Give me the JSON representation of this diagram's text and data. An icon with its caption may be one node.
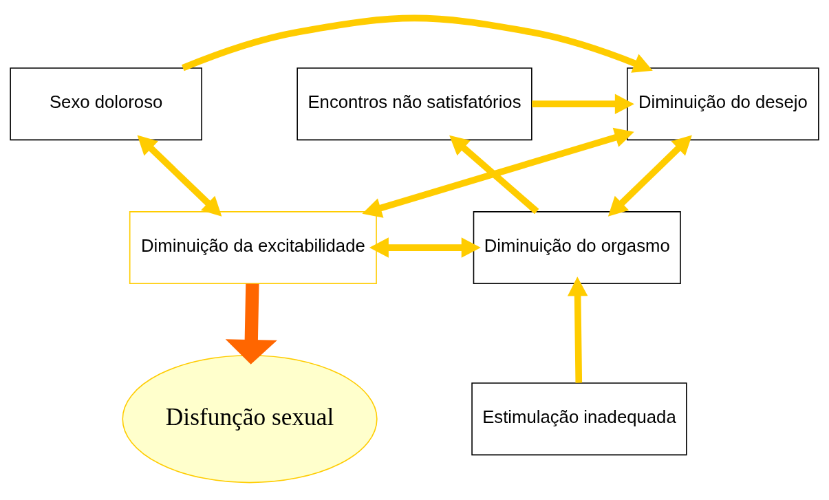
{
  "diagram": {
    "nodes": [
      {
        "text": [
          "Sexo doloroso"
        ]
      },
      {
        "text": [
          "Diminuição do desejo"
        ]
      },
      {
        "text": [
          "Encontros não satisfatórios"
        ]
      },
      {
        "text": [
          "Diminuição da excitabilidade"
        ]
      },
      {
        "text": [
          "Diminuição do orgasmo"
        ]
      },
      {
        "text": [
          "Estimulação inadequada"
        ]
      },
      {
        "text": [
          "Disfunção sexual"
        ]
      }
    ],
    "edges": [
      {
        "from": 0,
        "to": 1,
        "arrow": "to"
      },
      {
        "from": 2,
        "to": 1,
        "arrow": "to"
      },
      {
        "from": 1,
        "to": 3,
        "arrow": "both"
      },
      {
        "from": 0,
        "to": 3,
        "arrow": "both"
      },
      {
        "from": 1,
        "to": 4,
        "arrow": "both"
      },
      {
        "from": 3,
        "to": 4,
        "arrow": "both"
      },
      {
        "from": 4,
        "to": 2,
        "arrow": "to"
      },
      {
        "from": 5,
        "to": 4,
        "arrow": "to"
      },
      {
        "from": 3,
        "to": 6,
        "arrow": "to",
        "style": "thick",
        "color": "#ff6600"
      }
    ]
  }
}
